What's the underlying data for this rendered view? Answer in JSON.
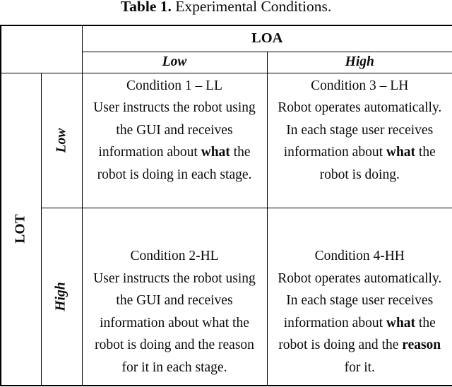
{
  "title": {
    "prefix": "Table 1.",
    "rest": " Experimental Conditions."
  },
  "table": {
    "col_axis_label": "LOA",
    "row_axis_label": "LOT",
    "col_headers": [
      "Low",
      "High"
    ],
    "row_headers": [
      "Low",
      "High"
    ],
    "cells": [
      {
        "id": "condition-1-ll",
        "heading": "Condition 1 – LL",
        "segments": [
          {
            "t": "User instructs the robot using the GUI and receives information about ",
            "b": false
          },
          {
            "t": "what",
            "b": true
          },
          {
            "t": " the robot is doing in each stage.",
            "b": false
          }
        ]
      },
      {
        "id": "condition-3-lh",
        "heading": "Condition 3 – LH",
        "segments": [
          {
            "t": "Robot operates auto­matically. In each stage user receives information about ",
            "b": false
          },
          {
            "t": "what",
            "b": true
          },
          {
            "t": " the robot is doing.",
            "b": false
          }
        ]
      },
      {
        "id": "condition-2-hl",
        "heading": "Condition 2-HL",
        "segments": [
          {
            "t": "User instructs the robot using the GUI and receives information about what the robot is doing and the reason for it in each stage.",
            "b": false
          }
        ]
      },
      {
        "id": "condition-4-hh",
        "heading": "Condition 4-HH",
        "segments": [
          {
            "t": "Robot operates auto­matically. In each stage user receives information about ",
            "b": false
          },
          {
            "t": "what",
            "b": true
          },
          {
            "t": " the robot is doing and the ",
            "b": false
          },
          {
            "t": "reason",
            "b": true
          },
          {
            "t": " for it.",
            "b": false
          }
        ]
      }
    ]
  }
}
